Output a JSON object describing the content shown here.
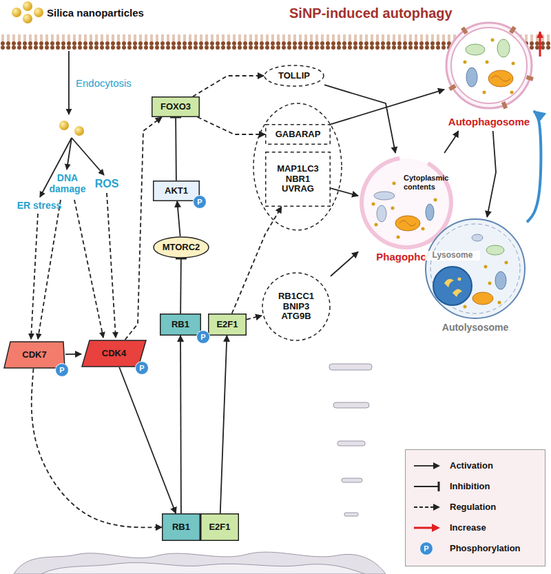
{
  "diagram": {
    "title": "SiNP-induced autophagy",
    "nodes": [
      {
        "text": [
          "CDK7"
        ]
      },
      {
        "text": [
          "CDK4"
        ]
      },
      {
        "text": [
          "RB1"
        ]
      },
      {
        "text": [
          "E2F1"
        ]
      },
      {
        "text": [
          "RB1"
        ]
      },
      {
        "text": [
          "E2F1"
        ]
      },
      {
        "text": [
          "MTORC2"
        ]
      },
      {
        "text": [
          "AKT1"
        ]
      },
      {
        "text": [
          "FOXO3"
        ]
      },
      {
        "text": [
          "TOLLIP"
        ]
      },
      {
        "text": [
          "GABARAP"
        ]
      },
      {
        "text": [
          "MAP1LC3 NBR1 UVRAG"
        ]
      },
      {
        "text": [
          "RB1CC1 BNIP3 ATG9B"
        ]
      },
      {
        "text": [
          "Cytoplasmic contents",
          "Phagophore"
        ]
      },
      {
        "text": [
          "Autophagosome"
        ]
      },
      {
        "text": [
          "Autolysosome"
        ]
      },
      {
        "text": [
          "Lysosome"
        ],
        "in": 15
      }
    ],
    "edges": [
      {
        "from": 0,
        "to": 1,
        "arrow": "to"
      },
      {
        "from": 0,
        "to": 2,
        "arrow": "to"
      },
      {
        "from": 1,
        "to": 2,
        "arrow": "to"
      },
      {
        "from": 1,
        "to": 8,
        "arrow": "to"
      },
      {
        "from": 2,
        "to": 4,
        "arrow": "to"
      },
      {
        "from": 3,
        "to": 5,
        "arrow": "to"
      },
      {
        "from": 4,
        "to": 6,
        "arrow": "to"
      },
      {
        "from": 6,
        "to": 7,
        "arrow": "to"
      },
      {
        "from": 7,
        "to": 8,
        "arrow": "to"
      },
      {
        "from": 8,
        "to": 9,
        "arrow": "to"
      },
      {
        "from": 8,
        "to": 10,
        "arrow": "to"
      },
      {
        "from": 5,
        "to": 11,
        "arrow": "to"
      },
      {
        "from": 5,
        "to": 12,
        "arrow": "to"
      },
      {
        "from": 9,
        "to": 13,
        "arrow": "to"
      },
      {
        "from": 11,
        "to": 13,
        "arrow": "to"
      },
      {
        "from": 12,
        "to": 13,
        "arrow": "to"
      },
      {
        "from": 10,
        "to": 14,
        "arrow": "to"
      },
      {
        "from": 13,
        "to": 14,
        "arrow": "to"
      },
      {
        "from": 14,
        "to": 15,
        "arrow": "to"
      },
      {
        "from": 15,
        "to": 14,
        "arrow": "to"
      }
    ],
    "labels": [
      "Silica nanoparticles",
      "Endocytosis",
      "ER stress",
      "DNA damage",
      "ROS",
      "P",
      "P",
      "P",
      "P",
      "P"
    ],
    "legend": [
      {
        "text": "Activation"
      },
      {
        "text": "Inhibition"
      },
      {
        "text": "Regulation"
      },
      {
        "text": "Increase"
      },
      {
        "text": "Phosphorylation"
      }
    ]
  }
}
